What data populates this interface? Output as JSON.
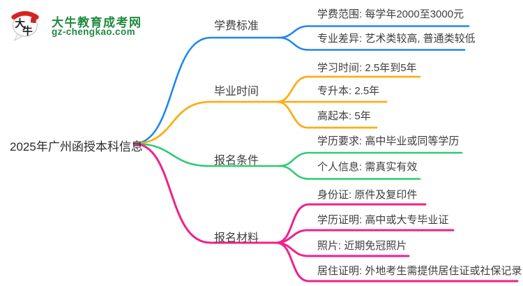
{
  "logo": {
    "brand": "大牛教育成考网",
    "domain": "gz-chengkao.com",
    "brand_color": "#1F8A3E",
    "icon_char_1": "大",
    "icon_char_2": "牛",
    "icon_cap_color": "#D7231E",
    "icon_seal_color": "#C62828"
  },
  "root": {
    "label": "2025年广州函授本科信息"
  },
  "branches": [
    {
      "label": "学费标准",
      "color": "#1E87F0",
      "children": [
        "学费范围: 每学年2000至3000元",
        "专业差异: 艺术类较高, 普通类较低"
      ]
    },
    {
      "label": "毕业时间",
      "color": "#FBAE17",
      "children": [
        "学习时间: 2.5年到5年",
        "专升本: 2.5年",
        "高起本: 5年"
      ]
    },
    {
      "label": "报名条件",
      "color": "#2ECB71",
      "children": [
        "学历要求: 高中毕业或同等学历",
        "个人信息: 需真实有效"
      ]
    },
    {
      "label": "报名材料",
      "color": "#F0218A",
      "children": [
        "身份证: 原件及复印件",
        "学历证明: 高中或大专毕业证",
        "照片: 近期免冠照片",
        "居住证明: 外地考生需提供居住证或社保记录"
      ]
    }
  ]
}
